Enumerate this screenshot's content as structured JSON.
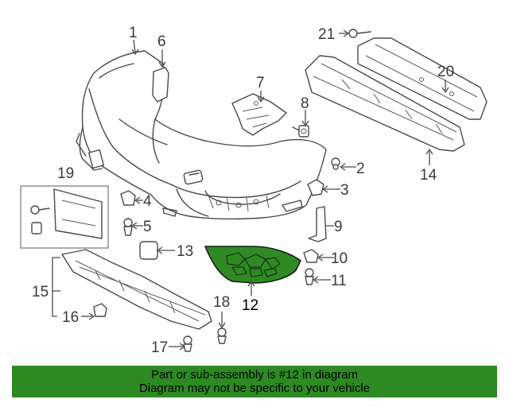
{
  "diagram": {
    "callouts": [
      {
        "id": "1",
        "label": "1"
      },
      {
        "id": "2",
        "label": "2"
      },
      {
        "id": "3",
        "label": "3"
      },
      {
        "id": "4",
        "label": "4"
      },
      {
        "id": "5",
        "label": "5"
      },
      {
        "id": "6",
        "label": "6"
      },
      {
        "id": "7",
        "label": "7"
      },
      {
        "id": "8",
        "label": "8"
      },
      {
        "id": "9",
        "label": "9"
      },
      {
        "id": "10",
        "label": "10"
      },
      {
        "id": "11",
        "label": "11"
      },
      {
        "id": "12",
        "label": "12"
      },
      {
        "id": "13",
        "label": "13"
      },
      {
        "id": "14",
        "label": "14"
      },
      {
        "id": "15",
        "label": "15"
      },
      {
        "id": "16",
        "label": "16"
      },
      {
        "id": "17",
        "label": "17"
      },
      {
        "id": "18",
        "label": "18"
      },
      {
        "id": "19",
        "label": "19"
      },
      {
        "id": "20",
        "label": "20"
      },
      {
        "id": "21",
        "label": "21"
      }
    ],
    "highlighted_part": "12",
    "highlight_color": "#2e8b23"
  },
  "banner": {
    "line1": "Part or sub-assembly is #12 in diagram",
    "line2": "Diagram may not be specific to your vehicle",
    "background": "#2d8a22"
  }
}
